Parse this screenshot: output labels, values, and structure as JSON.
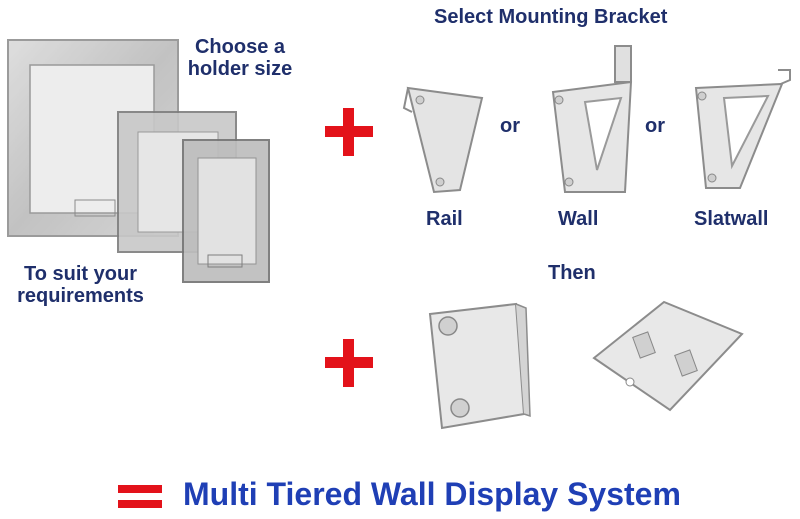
{
  "holder": {
    "choose_line1": "Choose a",
    "choose_line2": "holder size",
    "suit_line1": "To suit your",
    "suit_line2": "requirements"
  },
  "brackets": {
    "heading": "Select Mounting Bracket",
    "or_1": "or",
    "or_2": "or",
    "rail": "Rail",
    "wall": "Wall",
    "slatwall": "Slatwall"
  },
  "then_label": "Then",
  "result": {
    "title": "Multi Tiered Wall Display System"
  },
  "colors": {
    "accent_red": "#e3121a",
    "label_navy": "#1f2f6b",
    "title_blue": "#1f3fb5"
  }
}
